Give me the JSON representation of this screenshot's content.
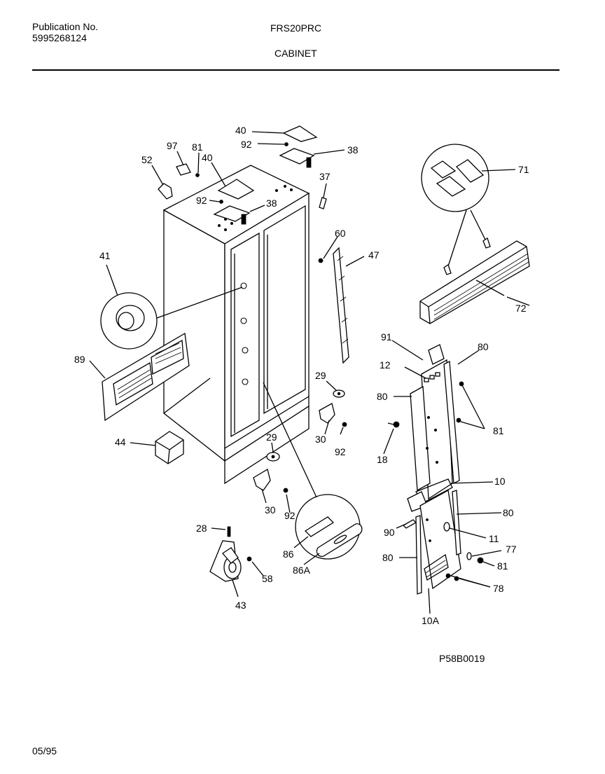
{
  "header": {
    "publication_label": "Publication No.",
    "publication_number": "5995268124",
    "model": "FRS20PRC",
    "section": "CABINET"
  },
  "footer": {
    "diagram_code": "P58B0019",
    "date": "05/95"
  },
  "callouts": {
    "c40a": "40",
    "c92a": "92",
    "c38a": "38",
    "c97": "97",
    "c81a": "81",
    "c52": "52",
    "c40b": "40",
    "c37": "37",
    "c92b": "92",
    "c38b": "38",
    "c71": "71",
    "c41": "41",
    "c60": "60",
    "c47": "47",
    "c72": "72",
    "c89": "89",
    "c91": "91",
    "c80a": "80",
    "c12": "12",
    "c29a": "29",
    "c80b": "80",
    "c81b": "81",
    "c44": "44",
    "c29b": "29",
    "c30a": "30",
    "c92c": "92",
    "c18": "18",
    "c10": "10",
    "c30b": "30",
    "c92d": "92",
    "c80c": "80",
    "c28": "28",
    "c90": "90",
    "c11": "11",
    "c77": "77",
    "c86": "86",
    "c80d": "80",
    "c81c": "81",
    "c58": "58",
    "c86a": "86A",
    "c78": "78",
    "c43": "43",
    "c10a": "10A"
  }
}
